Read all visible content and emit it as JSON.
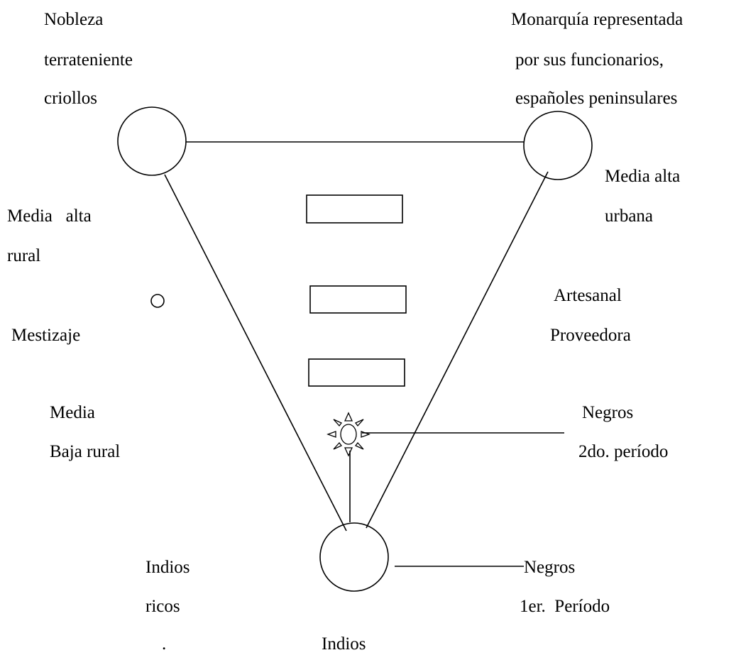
{
  "labels": {
    "nobleza": [
      "Nobleza",
      "terrateniente",
      "criollos"
    ],
    "monarquia": [
      "Monarquía representada",
      "por sus funcionarios,",
      "españoles peninsulares"
    ],
    "media_alta_urbana": [
      "Media alta",
      "urbana"
    ],
    "media_alta_rural": [
      "Media   alta",
      "rural"
    ],
    "mestizaje": "Mestizaje",
    "artesanal": [
      "Artesanal",
      "Proveedora"
    ],
    "media_baja_rural": [
      "Media",
      "Baja rural"
    ],
    "negros_2do": [
      "Negros",
      "2do. período"
    ],
    "indios_ricos": [
      "Indios",
      "ricos"
    ],
    "dot": ".",
    "negros_1er": [
      "Negros",
      "1er.  Período"
    ],
    "indios": "Indios"
  }
}
